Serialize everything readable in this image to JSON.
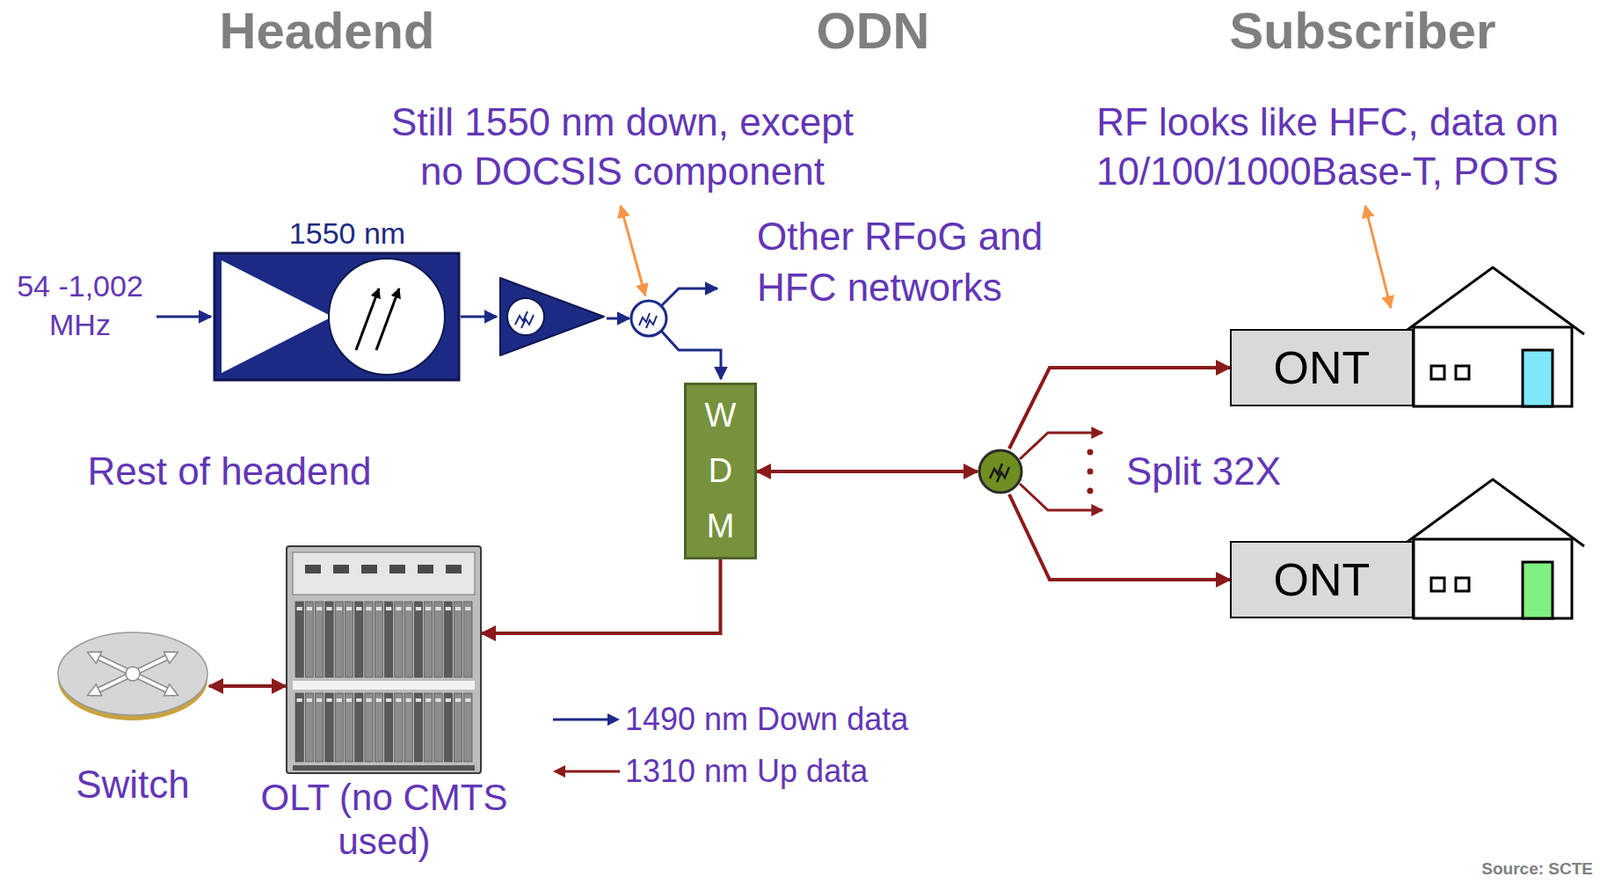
{
  "diagram": {
    "nodes": [
      {
        "text": [
          "WDM"
        ]
      },
      {
        "text": [
          "Split 32X"
        ]
      },
      {
        "text": [
          "ONT"
        ]
      },
      {
        "text": [
          "ONT"
        ]
      },
      {
        "text": [
          "Switch"
        ]
      },
      {
        "text": [
          "OLT (no CMTS used)"
        ]
      }
    ],
    "edges": [
      {
        "from": 0,
        "to": 1,
        "arrow": "both"
      },
      {
        "from": 1,
        "to": 2,
        "arrow": "to"
      },
      {
        "from": 1,
        "to": 3,
        "arrow": "to"
      },
      {
        "from": 0,
        "to": 5,
        "arrow": "to"
      },
      {
        "from": 4,
        "to": 5,
        "arrow": "both"
      }
    ],
    "labels": [
      "Headend",
      "ODN",
      "Subscriber",
      "Still 1550 nm down, except no DOCSIS component",
      "RF looks like HFC, data on 10/100/1000Base-T, POTS",
      "1550 nm",
      "54 -1,002 MHz",
      "Other RFoG and HFC networks",
      "Rest of headend",
      "Source: SCTE"
    ],
    "legend": [
      {
        "text": "1490 nm Down data"
      },
      {
        "text": "1310 nm Up data"
      }
    ]
  }
}
